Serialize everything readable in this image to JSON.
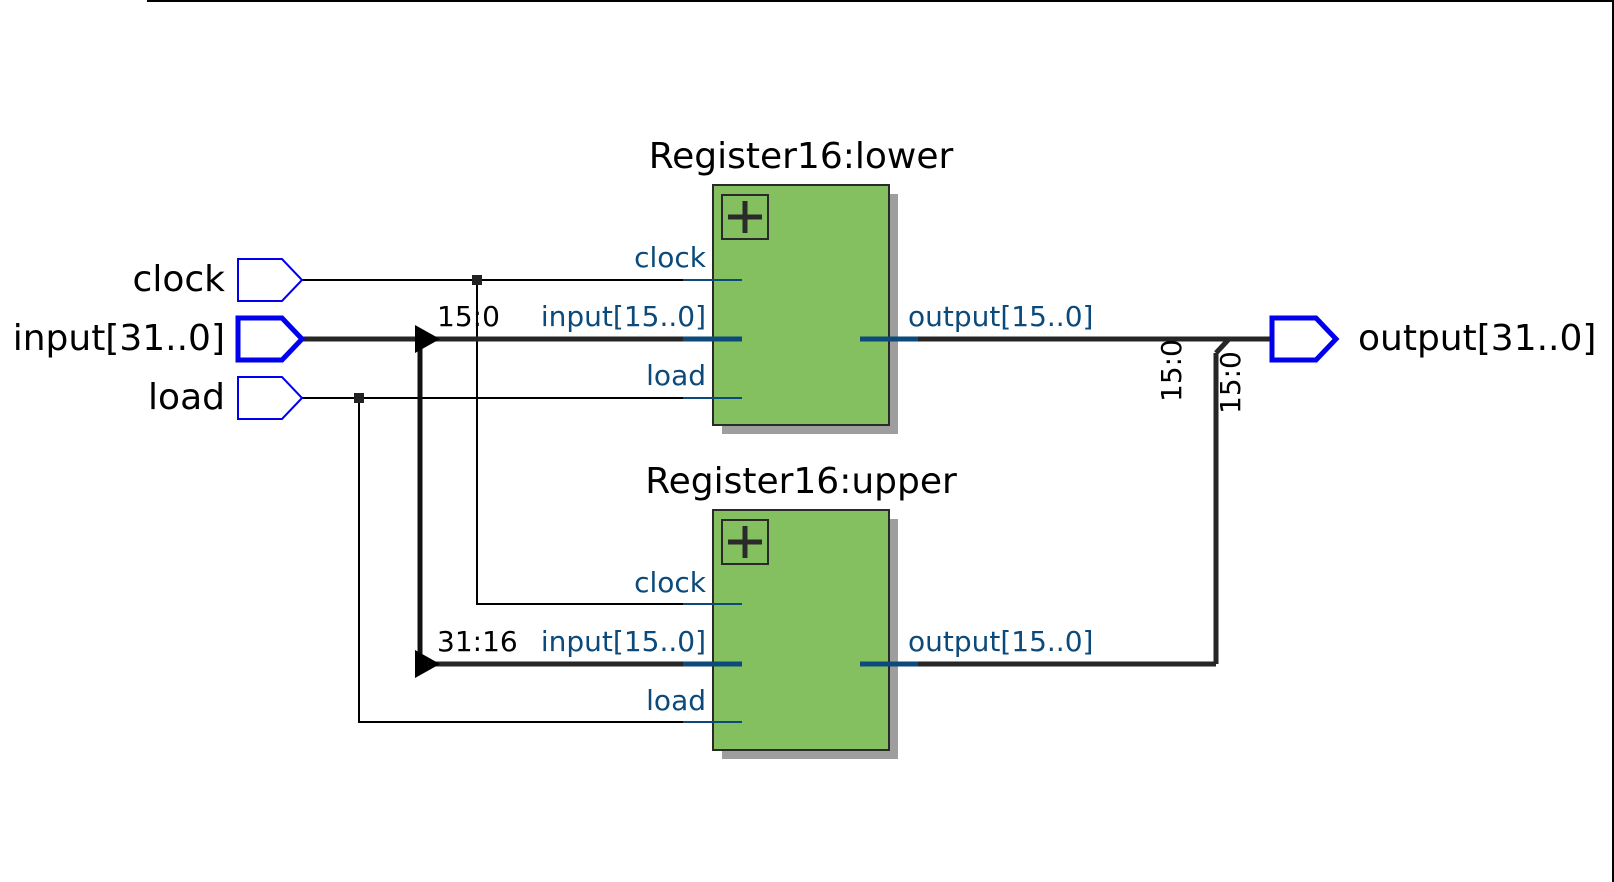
{
  "colors": {
    "block_fill": "#85c060",
    "block_shadow": "#9e9e9e",
    "port_outline": "#0000ee",
    "pin_text": "#0b4a7a",
    "wire": "#000000",
    "bus": "#262626"
  },
  "inputs": {
    "clock": "clock",
    "input": "input[31..0]",
    "load": "load"
  },
  "outputs": {
    "output": "output[31..0]"
  },
  "instances": {
    "lower": {
      "title": "Register16:lower",
      "expand_icon": "plus-icon",
      "pins": {
        "clock": "clock",
        "input": "input[15..0]",
        "load": "load",
        "output": "output[15..0]"
      }
    },
    "upper": {
      "title": "Register16:upper",
      "expand_icon": "plus-icon",
      "pins": {
        "clock": "clock",
        "input": "input[15..0]",
        "load": "load",
        "output": "output[15..0]"
      }
    }
  },
  "bus_slices": {
    "lower_in": "15:0",
    "upper_in": "31:16",
    "lower_out": "15:0",
    "upper_out": "15:0"
  }
}
